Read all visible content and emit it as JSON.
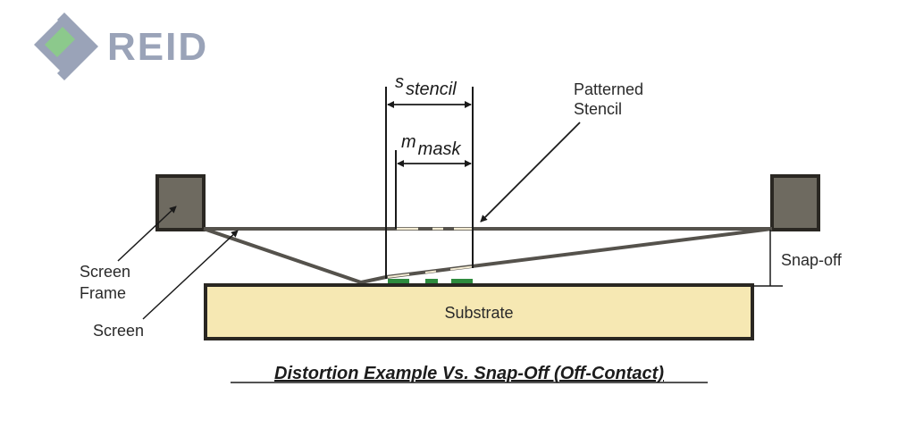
{
  "logo": {
    "text": "REID",
    "colors": {
      "mark": "#9aa3b8",
      "accent": "#8cc98c"
    }
  },
  "diagram": {
    "title": "Distortion Example Vs. Snap-Off (Off-Contact)",
    "labels": {
      "s_symbol": "s",
      "s_subscript": "stencil",
      "m_symbol": "m",
      "m_subscript": "mask",
      "patterned_stencil_line1": "Patterned",
      "patterned_stencil_line2": "Stencil",
      "screen_frame_line1": "Screen",
      "screen_frame_line2": "Frame",
      "screen": "Screen",
      "snap_off": "Snap-off",
      "substrate": "Substrate"
    },
    "colors": {
      "frame_fill": "#6e6a60",
      "frame_stroke": "#2a2722",
      "screen": "#55524c",
      "stencil_opening": "#f4ecd4",
      "substrate_fill": "#f6e8b3",
      "substrate_stroke": "#2a2722",
      "pad": "#2e8b3e"
    }
  }
}
